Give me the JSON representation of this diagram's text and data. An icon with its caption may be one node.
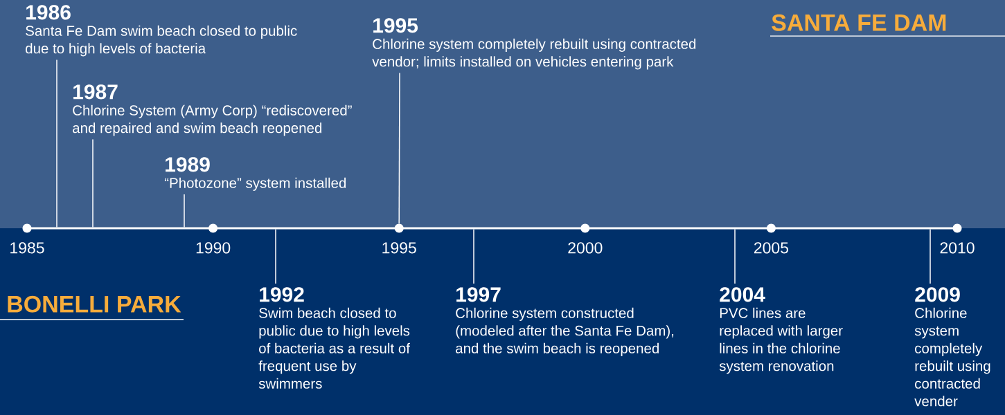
{
  "diagram": {
    "nodes": [
      {
        "text": [
          "1986",
          "Santa Fe Dam swim beach closed to public due to high levels of bacteria"
        ]
      },
      {
        "text": [
          "1987",
          "Chlorine System (Army Corp) “rediscovered” and repaired and swim beach reopened"
        ]
      },
      {
        "text": [
          "1989",
          "“Photozone” system installed"
        ]
      },
      {
        "text": [
          "1995",
          "Chlorine system completely rebuilt using contracted vendor; limits installed on vehicles entering park"
        ]
      },
      {
        "text": [
          "1992",
          "Swim beach closed to public due to high levels of bacteria as a result of frequent use by swimmers"
        ]
      },
      {
        "text": [
          "1997",
          "Chlorine system constructed (modeled after the Santa Fe Dam), and the swim beach is reopened"
        ]
      },
      {
        "text": [
          "2004",
          "PVC lines are replaced with larger lines in the chlorine system renovation"
        ]
      },
      {
        "text": [
          "2009",
          "Chlorine system completely rebuilt using contracted vender"
        ]
      },
      {
        "text": [],
        "shape": "circle"
      },
      {
        "text": [],
        "shape": "circle"
      },
      {
        "text": [],
        "shape": "circle"
      },
      {
        "text": [],
        "shape": "circle"
      },
      {
        "text": [],
        "shape": "circle"
      },
      {
        "text": [],
        "shape": "circle"
      }
    ],
    "edges": [
      {
        "from": 0,
        "to": null,
        "arrow": "none"
      },
      {
        "from": 1,
        "to": null,
        "arrow": "none"
      },
      {
        "from": 2,
        "to": null,
        "arrow": "none"
      },
      {
        "from": 3,
        "to": 10,
        "arrow": "none"
      },
      {
        "from": 4,
        "to": null,
        "arrow": "none"
      },
      {
        "from": 5,
        "to": null,
        "arrow": "none"
      },
      {
        "from": 6,
        "to": null,
        "arrow": "none"
      },
      {
        "from": 7,
        "to": null,
        "arrow": "none"
      }
    ],
    "labels": [
      "SANTA FE DAM",
      "1985",
      "1990",
      "1995",
      "2000",
      "2005",
      "2010",
      "BONELLI PARK"
    ]
  }
}
